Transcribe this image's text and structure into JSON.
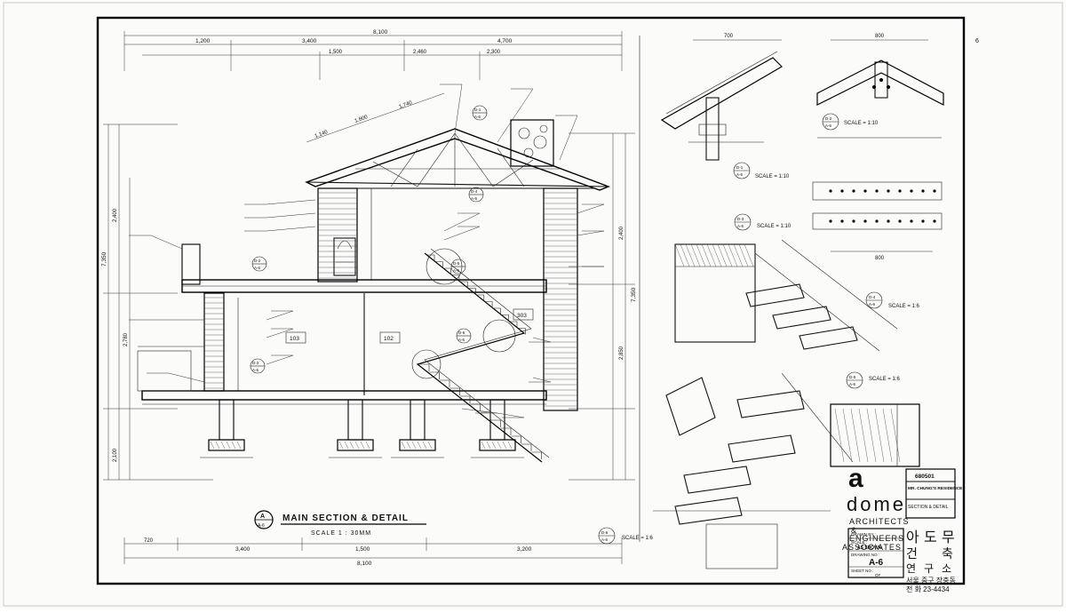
{
  "sheet_no": "6",
  "section_title": {
    "symbol_letter": "A",
    "symbol_sheet": "A-6",
    "title": "MAIN  SECTION  &  DETAIL",
    "scale_text": "SCALE  1 : 30MM"
  },
  "overall_dims": {
    "top_total": "8,100",
    "top_left": "1,200",
    "top_mid": "3,400",
    "top_right": "4,700",
    "second_row": [
      "1,500",
      "2,460",
      "2,300"
    ],
    "bottom_segments": [
      "3,400",
      "1,500",
      "3,200"
    ],
    "bottom_left": "720",
    "bottom_total": "8,100",
    "right_overall": "7,350",
    "right_upper": "2,400",
    "right_lower": "2,850",
    "left_lower": "2,100",
    "left_mid": "2,780",
    "left_upper": "2,400",
    "left_total": "7,350"
  },
  "rooms": [
    "103",
    "102",
    "303"
  ],
  "detail_labels": [
    {
      "letter": "D-1",
      "sheet": "A-6"
    },
    {
      "letter": "D-2",
      "sheet": "A-6"
    },
    {
      "letter": "D-3",
      "sheet": "A-6"
    },
    {
      "letter": "D-4",
      "sheet": "A-6"
    },
    {
      "letter": "D-5",
      "sheet": "A-6"
    },
    {
      "letter": "D-6",
      "sheet": "A-6"
    }
  ],
  "detail_scales": [
    "SCALE = 1:10",
    "SCALE = 1:10",
    "SCALE = 1:10",
    "SCALE = 1:6",
    "SCALE = 1:6",
    "SCALE = 1:6"
  ],
  "roof_dims": [
    "1,140",
    "1,800",
    "1,740"
  ],
  "detail_top_dims": [
    "700",
    "800"
  ],
  "detail_mid_dim": "800",
  "title_block": {
    "project_no": "680501",
    "client": "MR. CHUNG'S RESIDENCE",
    "drawing": "SECTION & DETAIL",
    "drawn_by_label": "DRAWN BY :",
    "scale_label": "SCALE :",
    "scale_value": "AS SHOWN",
    "drawing_no_label": "DRAWING NO :",
    "drawing_no": "A-6",
    "sheet_label": "SHEET NO :",
    "sheet_of": "OF"
  },
  "firm": {
    "logo_a": "a",
    "logo_dome": "dome",
    "line1": "ARCHITECTS",
    "amp": "&",
    "line2": "ENGINEERS",
    "line3": "ASSOCIATES"
  },
  "korean_block": {
    "row1": [
      "아",
      "도",
      "무"
    ],
    "row2": [
      "건",
      "축"
    ],
    "row3": [
      "연",
      "구",
      "소"
    ],
    "address": "서울 중구 장충동",
    "phone": "전 화 23-4434"
  }
}
